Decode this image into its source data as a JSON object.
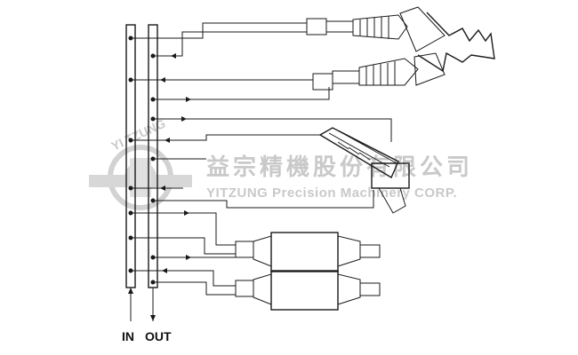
{
  "manifold": {
    "in_label": "IN",
    "out_label": "OUT"
  },
  "watermark": {
    "logo_text": "YI TZUNG",
    "company_cn": "益宗精機股份有限公司",
    "company_en": "YITZUNG Precision Machinery CORP."
  },
  "colors": {
    "line": "#1a1a1a",
    "watermark": "#c9c9c9",
    "background": "#ffffff"
  }
}
